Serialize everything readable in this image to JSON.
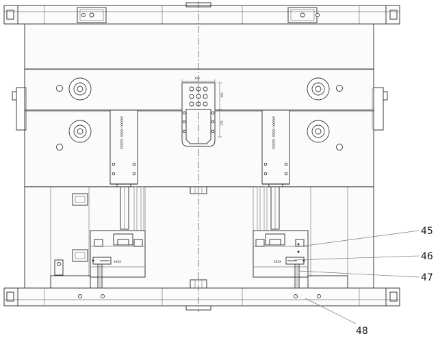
{
  "callouts": [
    {
      "id": "45",
      "label": "45"
    },
    {
      "id": "46",
      "label": "46"
    },
    {
      "id": "47",
      "label": "47"
    },
    {
      "id": "48",
      "label": "48"
    }
  ],
  "dimension_labels": {
    "top_width": "100",
    "right_upper": "100",
    "right_lower": "175"
  },
  "slider_block_labels": {
    "left": "XXXXX-XXXX-XXXXX",
    "right": "XXXXX-XXXX-XXXXX"
  },
  "colors": {
    "line": "#3a3a3a",
    "light_line": "#7a7a7a",
    "plate_fill": "#f7f7f7",
    "dark_band": "#9a9a9a"
  }
}
